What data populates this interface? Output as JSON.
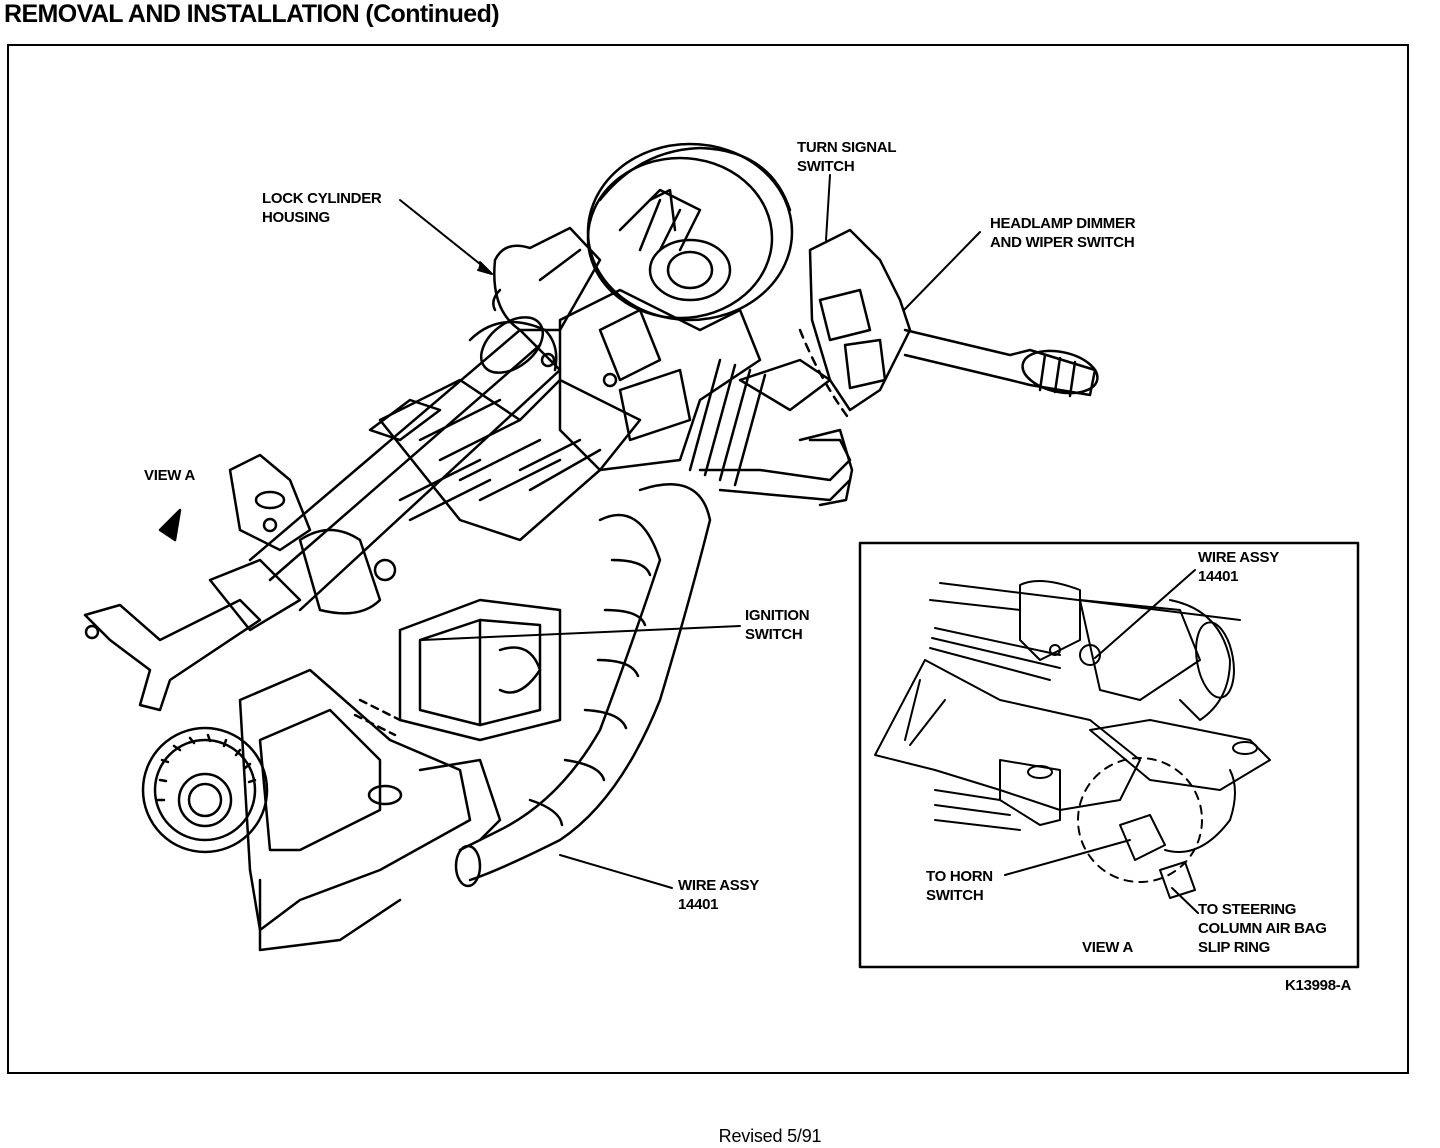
{
  "page": {
    "title": "REMOVAL AND INSTALLATION (Continued)",
    "footer": "Revised 5/91"
  },
  "diagram": {
    "labels": {
      "turn_signal_switch": [
        "TURN SIGNAL",
        "SWITCH"
      ],
      "lock_cylinder_housing": [
        "LOCK CYLINDER",
        "HOUSING"
      ],
      "headlamp_dimmer": [
        "HEADLAMP DIMMER",
        "AND WIPER SWITCH"
      ],
      "view_a_main": "VIEW A",
      "ignition_switch": [
        "IGNITION",
        "SWITCH"
      ],
      "wire_assy_main": [
        "WIRE ASSY",
        "14401"
      ]
    },
    "inset": {
      "wire_assy": [
        "WIRE ASSY",
        "14401"
      ],
      "to_horn_switch": [
        "TO HORN",
        "SWITCH"
      ],
      "to_air_bag": [
        "TO STEERING",
        "COLUMN AIR BAG",
        "SLIP RING"
      ],
      "view_a": "VIEW A"
    },
    "figure_id": "K13998-A"
  }
}
